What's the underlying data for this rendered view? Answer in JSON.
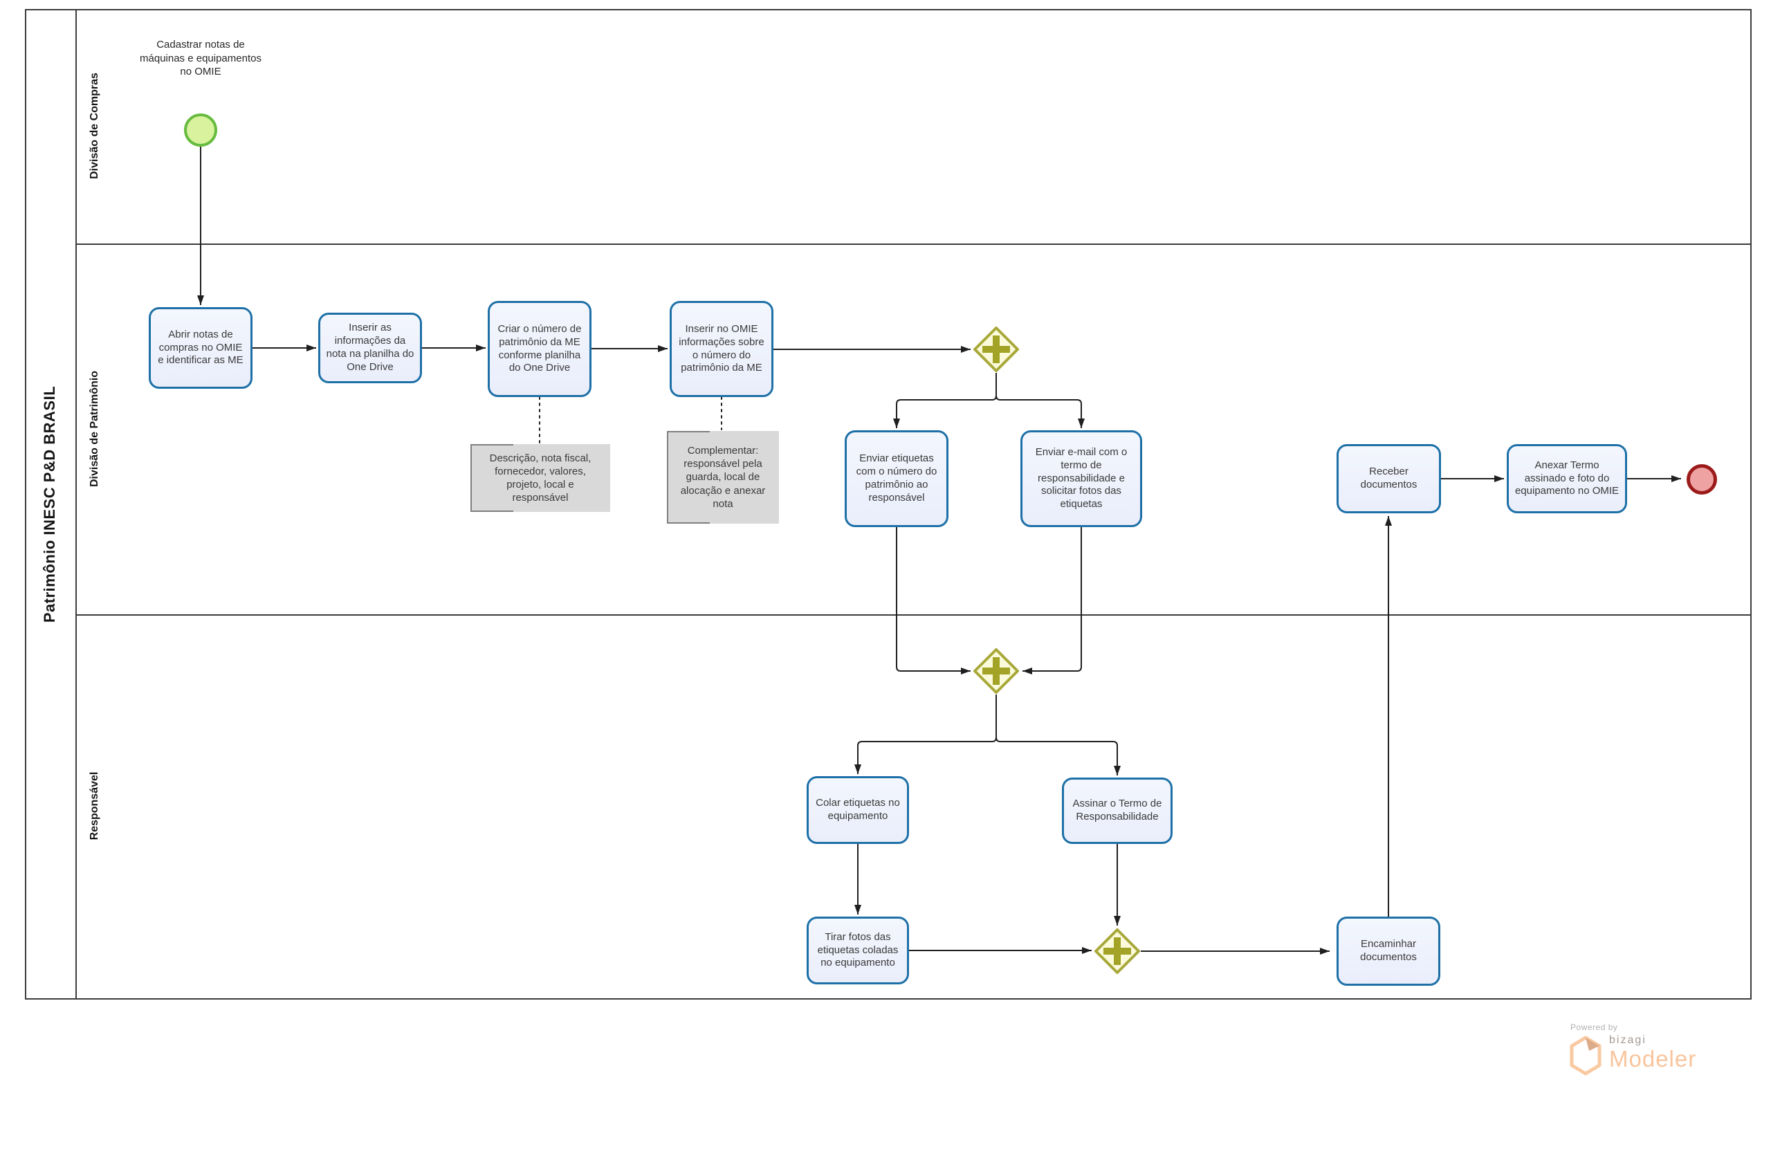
{
  "diagram": {
    "pool_title": "Patrimônio INESC P&D BRASIL",
    "lanes": [
      {
        "label": "Divisão de Compras"
      },
      {
        "label": "Divisão de Patrimônio"
      },
      {
        "label": "Responsável"
      }
    ],
    "events": {
      "start_label": "Cadastrar notas de máquinas e equipamentos no OMIE"
    },
    "tasks": {
      "abrir": "Abrir notas de compras no OMIE e identificar as ME",
      "inserir_planilha": "Inserir as informações da nota na planilha do One Drive",
      "criar_numero": "Criar o número de patrimônio da ME conforme planilha do One Drive",
      "inserir_omie": "Inserir no OMIE informações sobre o número do patrimônio da ME",
      "enviar_etiquetas": "Enviar etiquetas com o número do patrimônio ao responsável",
      "enviar_email": "Enviar e-mail com o termo de responsabilidade e solicitar fotos das etiquetas",
      "receber": "Receber documentos",
      "anexar": "Anexar Termo assinado e foto do equipamento no OMIE",
      "colar": "Colar etiquetas no equipamento",
      "assinar": "Assinar o Termo de Responsabilidade",
      "tirar": "Tirar fotos das etiquetas coladas no equipamento",
      "encaminhar": "Encaminhar documentos"
    },
    "annotations": {
      "nota_fiscal": "Descrição, nota fiscal, fornecedor, valores, projeto, local e responsável",
      "complementar": "Complementar: responsável pela guarda, local de alocação e anexar nota"
    },
    "colors": {
      "task_border": "#1d70a7",
      "task_fill": "#eaeefb",
      "gateway_border": "#a8a83a",
      "gateway_fill": "#fbfbdb",
      "gateway_plus": "#a3a328",
      "start_border": "#67bc40",
      "start_fill": "#d9f29e",
      "end_border": "#9b1a1a",
      "end_fill": "#efa2a2",
      "annotation_fill": "#d9d9d9",
      "flow_line": "#1f1f1f",
      "pool_line": "#3c3c3c",
      "brand_orange": "#f9c49c"
    }
  },
  "footer": {
    "powered_by": "Powered by",
    "brand": "bizagi",
    "product": "Modeler"
  }
}
